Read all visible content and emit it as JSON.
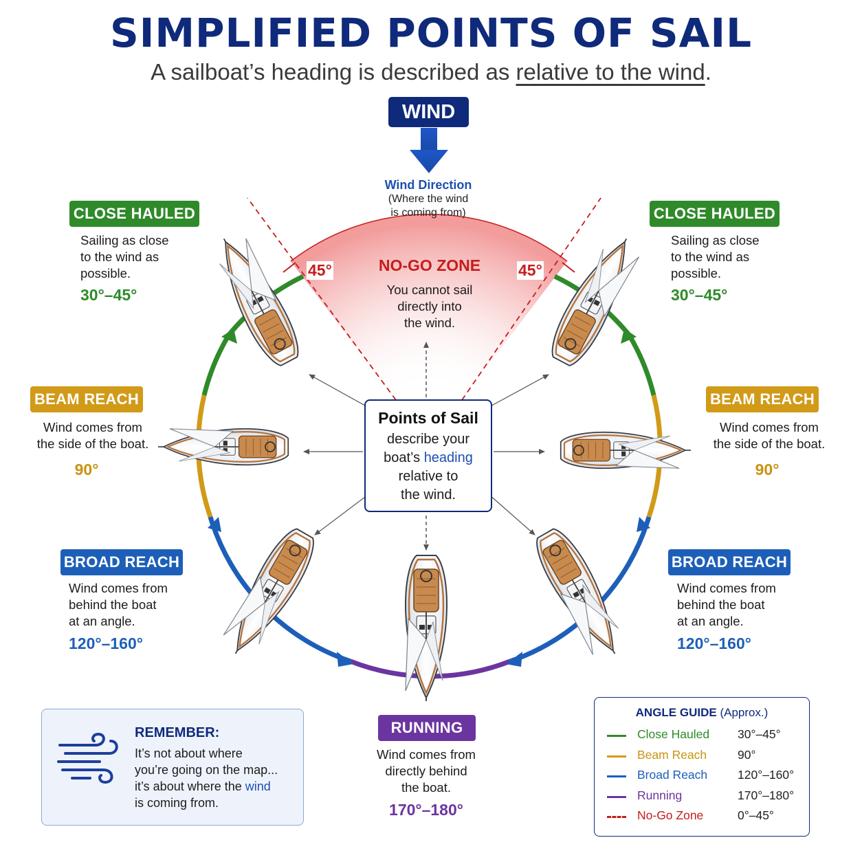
{
  "header": {
    "title": "SIMPLIFIED POINTS OF SAIL",
    "subtitle_pre": "A sailboat’s heading is described as ",
    "subtitle_underlined": "relative to the wind",
    "subtitle_post": "."
  },
  "wind": {
    "badge": "WIND",
    "direction_title": "Wind Direction",
    "direction_note_1": "(Where the wind",
    "direction_note_2": "is coming from)"
  },
  "no_go": {
    "title": "NO-GO ZONE",
    "desc_1": "You cannot sail",
    "desc_2": "directly into",
    "desc_3": "the wind.",
    "angle_left": "45°",
    "angle_right": "45°"
  },
  "center": {
    "title": "Points of Sail",
    "line_1": "describe your",
    "line_2_pre": "boat’s ",
    "line_2_highlight": "heading",
    "line_3": "relative to",
    "line_4": "the wind."
  },
  "points": {
    "close_hauled": {
      "label": "CLOSE HAULED",
      "desc_1": "Sailing as close",
      "desc_2": "to the wind as",
      "desc_3": "possible.",
      "angle": "30°–45°"
    },
    "beam_reach": {
      "label": "BEAM REACH",
      "desc_1": "Wind comes from",
      "desc_2": "the side of the boat.",
      "angle": "90°"
    },
    "broad_reach": {
      "label": "BROAD REACH",
      "desc_1": "Wind comes from",
      "desc_2": "behind the boat",
      "desc_3": "at an angle.",
      "angle": "120°–160°"
    },
    "running": {
      "label": "RUNNING",
      "desc_1": "Wind comes from",
      "desc_2": "directly behind",
      "desc_3": "the boat.",
      "angle": "170°–180°"
    }
  },
  "remember": {
    "title": "REMEMBER:",
    "line_1": "It’s not about where",
    "line_2": "you’re going on the map...",
    "line_3_pre": "it’s about where the ",
    "line_3_highlight": "wind",
    "line_4": "is coming from.",
    "icon": "wind-gust-icon"
  },
  "angle_guide": {
    "title": "ANGLE GUIDE",
    "title_suffix": "(Approx.)",
    "rows": [
      {
        "name": "Close Hauled",
        "value": "30°–45°",
        "color": "#2f8a2a"
      },
      {
        "name": "Beam Reach",
        "value": "90°",
        "color": "#d19a18"
      },
      {
        "name": "Broad Reach",
        "value": "120°–160°",
        "color": "#1d5fb8"
      },
      {
        "name": "Running",
        "value": "170°–180°",
        "color": "#6b35a0"
      },
      {
        "name": "No-Go Zone",
        "value": "0°–45°",
        "color": "#c51d1d"
      }
    ]
  },
  "colors": {
    "navy": "#0f2a7a",
    "close_hauled": "#2f8a2a",
    "beam_reach": "#d19a18",
    "broad_reach": "#1d5fb8",
    "running": "#6b35a0",
    "no_go": "#c51d1d"
  }
}
